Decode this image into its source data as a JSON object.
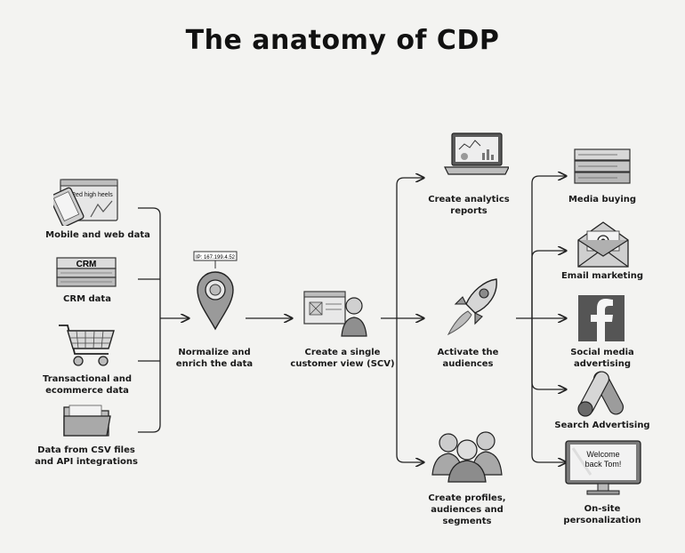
{
  "title": "The anatomy of CDP",
  "sources": [
    {
      "label": "Mobile and web data",
      "icon": "phone-browser-icon",
      "screen_text": "Red high heels"
    },
    {
      "label": "CRM data",
      "icon": "crm-server-icon",
      "screen_text": "CRM"
    },
    {
      "label": "Transactional and ecommerce data",
      "icon": "shopping-cart-icon"
    },
    {
      "label": "Data from CSV files and API integrations",
      "icon": "folder-icon"
    }
  ],
  "normalize": {
    "label": "Normalize and enrich the data",
    "ip_text": "IP: 167.199.4.52",
    "icon": "location-pin-icon"
  },
  "scv": {
    "label": "Create a single customer view (SCV)",
    "icon": "customer-profile-icon"
  },
  "middle": [
    {
      "label": "Create analytics reports",
      "icon": "laptop-analytics-icon"
    },
    {
      "label": "Activate the audiences",
      "icon": "rocket-icon"
    },
    {
      "label": "Create profiles, audiences and segments",
      "icon": "people-group-icon"
    }
  ],
  "channels": [
    {
      "label": "Media buying",
      "icon": "server-stack-icon"
    },
    {
      "label": "Email marketing",
      "icon": "envelope-icon"
    },
    {
      "label": "Social media advertising",
      "icon": "facebook-icon"
    },
    {
      "label": "Search Advertising",
      "icon": "google-ads-icon"
    },
    {
      "label": "On-site personalization",
      "icon": "monitor-icon",
      "screen_text": "Welcome back Tom!"
    }
  ]
}
